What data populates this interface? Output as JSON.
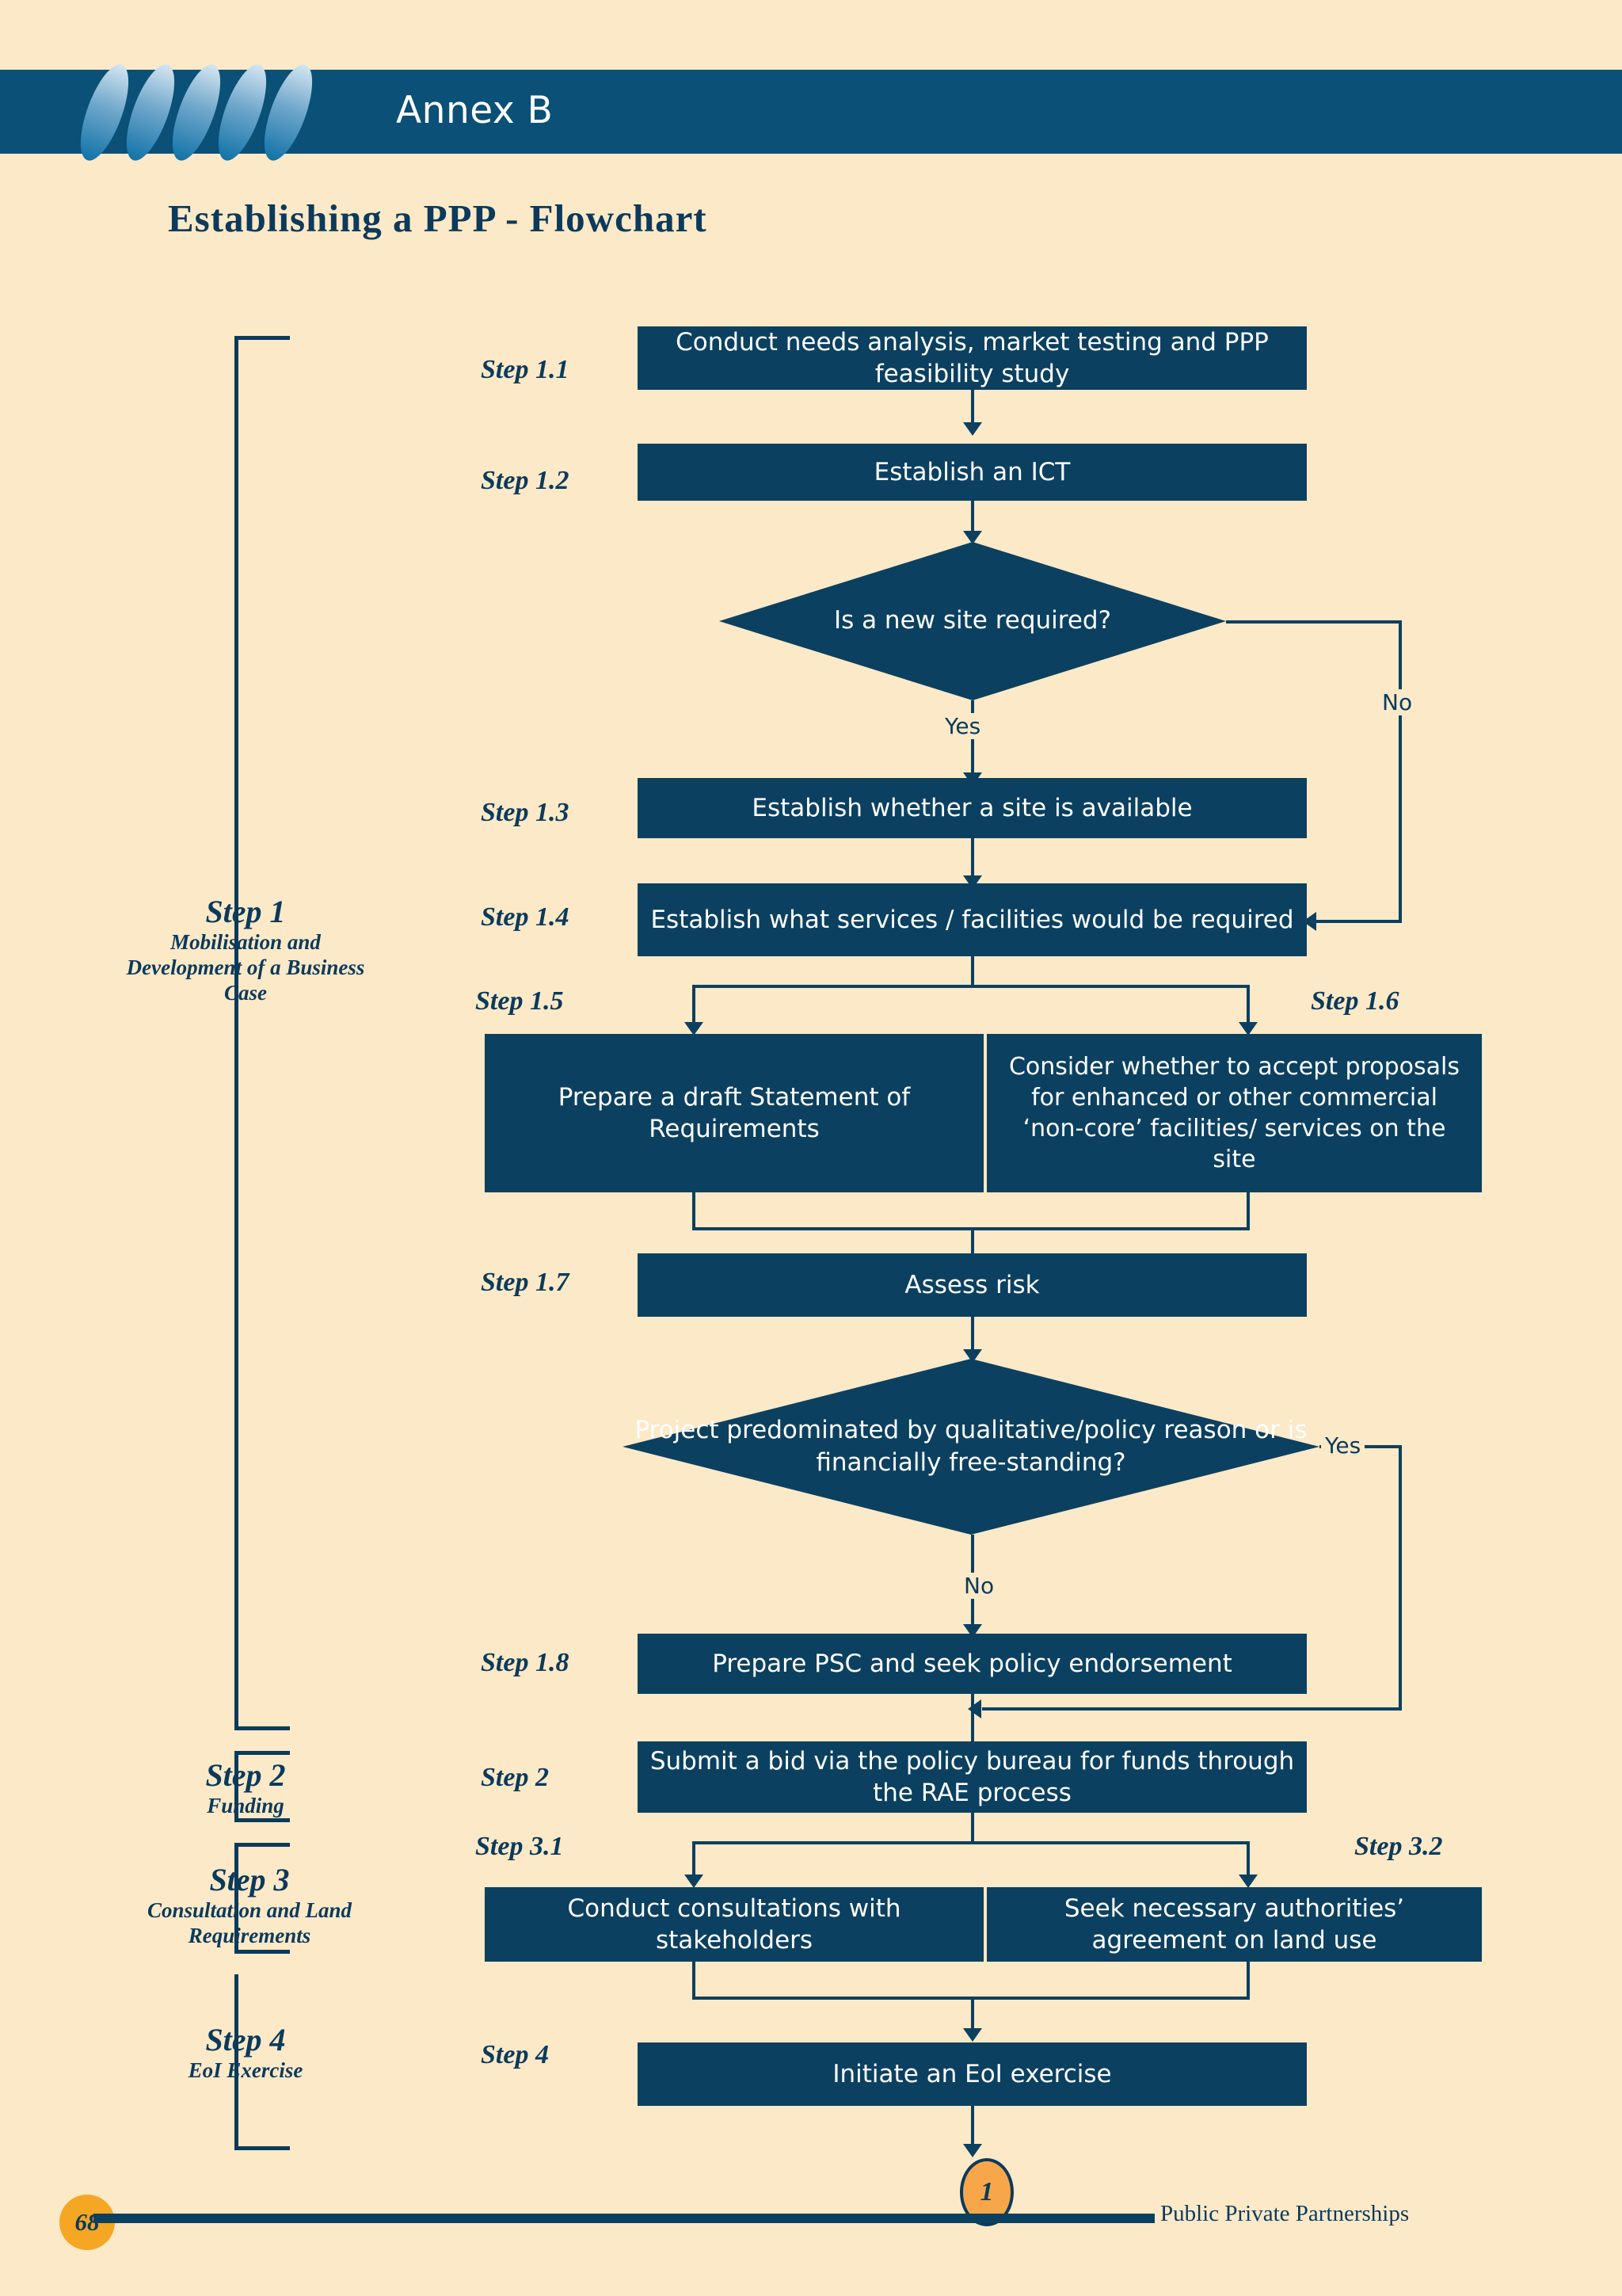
{
  "header": {
    "annex_label": "Annex B",
    "page_title": "Establishing a PPP - Flowchart"
  },
  "colors": {
    "page_background": "#FCE9C8",
    "box_fill": "#0B4060",
    "header_bar": "#0A5077",
    "text_dark": "#0B3A5B",
    "accent_orange": "#F5A623",
    "connector_fill": "#F7A74A"
  },
  "phases": [
    {
      "title": "Step 1",
      "subtitle": "Mobilisation and Development of a Business Case"
    },
    {
      "title": "Step 2",
      "subtitle": "Funding"
    },
    {
      "title": "Step 3",
      "subtitle": "Consultation and Land Requirements"
    },
    {
      "title": "Step 4",
      "subtitle": "EoI Exercise"
    }
  ],
  "step_tags": {
    "s11": "Step 1.1",
    "s12": "Step 1.2",
    "s13": "Step 1.3",
    "s14": "Step 1.4",
    "s15": "Step 1.5",
    "s16": "Step 1.6",
    "s17": "Step 1.7",
    "s18": "Step 1.8",
    "s2": "Step 2",
    "s31": "Step 3.1",
    "s32": "Step 3.2",
    "s4": "Step 4"
  },
  "nodes": {
    "n11": "Conduct needs analysis, market testing and PPP feasibility study",
    "n12": "Establish an ICT",
    "d1": "Is a new site required?",
    "n13": "Establish whether a site is available",
    "n14": "Establish what services / facilities would be required",
    "n15": "Prepare a draft Statement of Requirements",
    "n16": "Consider whether to accept proposals for enhanced or other commercial ‘non-core’ facilities/ services on the site",
    "n17": "Assess risk",
    "d2": "Project predominated by qualitative/policy reason or is financially free-standing?",
    "n18": "Prepare PSC and seek policy endorsement",
    "n2": "Submit a bid via the policy bureau for funds through the RAE process",
    "n31": "Conduct consultations with stakeholders",
    "n32": "Seek necessary authorities’ agreement on land use",
    "n4": "Initiate an EoI exercise"
  },
  "edge_labels": {
    "d1_yes": "Yes",
    "d1_no": "No",
    "d2_yes": "Yes",
    "d2_no": "No"
  },
  "connector": {
    "label": "1"
  },
  "footer": {
    "page_number": "68",
    "running_title": "Public Private Partnerships"
  },
  "chart_data": {
    "type": "flowchart",
    "title": "Establishing a PPP - Flowchart",
    "nodes": [
      {
        "id": "1.1",
        "shape": "process",
        "text": "Conduct needs analysis, market testing and PPP feasibility study",
        "phase": "Step 1"
      },
      {
        "id": "1.2",
        "shape": "process",
        "text": "Establish an ICT",
        "phase": "Step 1"
      },
      {
        "id": "D1",
        "shape": "decision",
        "text": "Is a new site required?",
        "phase": "Step 1"
      },
      {
        "id": "1.3",
        "shape": "process",
        "text": "Establish whether a site is available",
        "phase": "Step 1"
      },
      {
        "id": "1.4",
        "shape": "process",
        "text": "Establish what services / facilities would be required",
        "phase": "Step 1"
      },
      {
        "id": "1.5",
        "shape": "process",
        "text": "Prepare a draft Statement of Requirements",
        "phase": "Step 1"
      },
      {
        "id": "1.6",
        "shape": "process",
        "text": "Consider whether to accept proposals for enhanced or other commercial ‘non-core’ facilities/ services on the site",
        "phase": "Step 1"
      },
      {
        "id": "1.7",
        "shape": "process",
        "text": "Assess risk",
        "phase": "Step 1"
      },
      {
        "id": "D2",
        "shape": "decision",
        "text": "Project predominated by qualitative/policy reason or is financially free-standing?",
        "phase": "Step 1"
      },
      {
        "id": "1.8",
        "shape": "process",
        "text": "Prepare PSC and seek policy endorsement",
        "phase": "Step 1"
      },
      {
        "id": "2",
        "shape": "process",
        "text": "Submit a bid via the policy bureau for funds through the RAE process",
        "phase": "Step 2"
      },
      {
        "id": "3.1",
        "shape": "process",
        "text": "Conduct consultations with stakeholders",
        "phase": "Step 3"
      },
      {
        "id": "3.2",
        "shape": "process",
        "text": "Seek necessary authorities’ agreement on land use",
        "phase": "Step 3"
      },
      {
        "id": "4",
        "shape": "process",
        "text": "Initiate an EoI exercise",
        "phase": "Step 4"
      },
      {
        "id": "C1",
        "shape": "connector",
        "text": "1",
        "phase": "Step 4"
      }
    ],
    "edges": [
      {
        "from": "1.1",
        "to": "1.2",
        "label": ""
      },
      {
        "from": "1.2",
        "to": "D1",
        "label": ""
      },
      {
        "from": "D1",
        "to": "1.3",
        "label": "Yes"
      },
      {
        "from": "D1",
        "to": "1.4",
        "label": "No"
      },
      {
        "from": "1.3",
        "to": "1.4",
        "label": ""
      },
      {
        "from": "1.4",
        "to": "1.5",
        "label": ""
      },
      {
        "from": "1.4",
        "to": "1.6",
        "label": ""
      },
      {
        "from": "1.5",
        "to": "1.7",
        "label": ""
      },
      {
        "from": "1.6",
        "to": "1.7",
        "label": ""
      },
      {
        "from": "1.7",
        "to": "D2",
        "label": ""
      },
      {
        "from": "D2",
        "to": "1.8",
        "label": "No"
      },
      {
        "from": "D2",
        "to": "2",
        "label": "Yes"
      },
      {
        "from": "1.8",
        "to": "2",
        "label": ""
      },
      {
        "from": "2",
        "to": "3.1",
        "label": ""
      },
      {
        "from": "2",
        "to": "3.2",
        "label": ""
      },
      {
        "from": "3.1",
        "to": "4",
        "label": ""
      },
      {
        "from": "3.2",
        "to": "4",
        "label": ""
      },
      {
        "from": "4",
        "to": "C1",
        "label": ""
      }
    ]
  }
}
